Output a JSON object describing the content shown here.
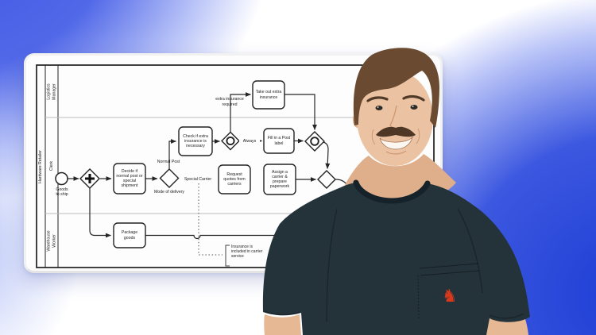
{
  "scene": {
    "type": "course-thumbnail",
    "subject": "BPMN process diagram on whiteboard with presenter"
  },
  "colors": {
    "accent_blue": "#3c55e3",
    "deep_blue": "#1c3cd4",
    "board": "#fdfdfd",
    "diagram_stroke": "#222222",
    "shirt": "#24333a",
    "skin": "#ebc3a2",
    "hair": "#6a4a31",
    "logo_red": "#d8391d"
  },
  "diagram": {
    "pool": "Hardware Retailer",
    "lanes": [
      "Logistics\nManager",
      "Clerk",
      "Warehouse\nWorker"
    ],
    "start_event": "Goods\nto ship",
    "tasks": {
      "takeout": "Take out extra\ninsurance",
      "check": "Check if extra\ninsurance is\nnecessary",
      "fill": "Fill in a Post\nlabel",
      "decide": "Decide if\nnormal post or\nspecial\nshipment",
      "request": "Request\nquotes from\ncarriers",
      "assign": "Assign a\ncarrier &\nprepare\npaperwork",
      "package": "Package\ngoods"
    },
    "flow_labels": {
      "normal_post": "Normal Post",
      "special_carrier": "Special Carrier",
      "always": "Always",
      "extra_insurance": "extra insurance\nrequired",
      "mode_of_delivery": "Mode of delivery"
    },
    "annotation": "Insurance is\nincluded in carrier\nservice"
  }
}
